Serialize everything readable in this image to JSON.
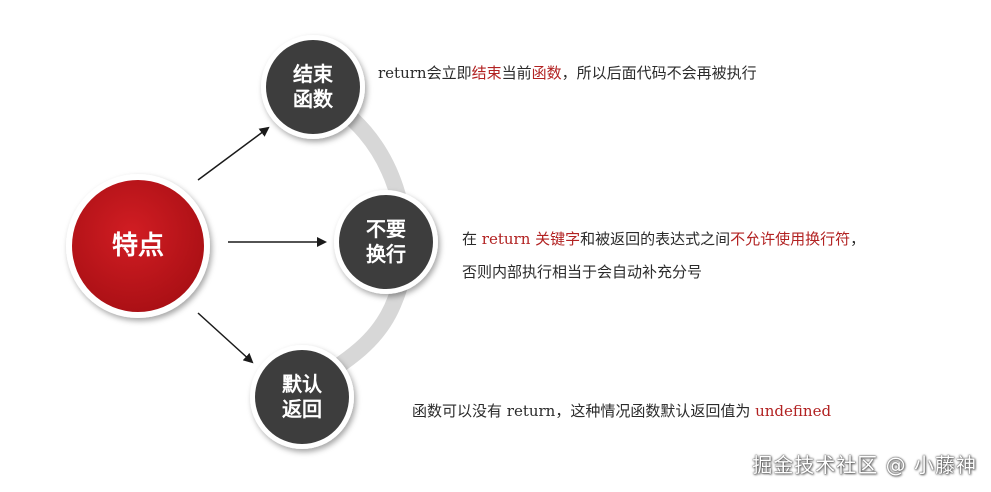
{
  "center": {
    "label": "特点"
  },
  "nodes": [
    {
      "label": "结束\n函数",
      "description": [
        {
          "text": "return会立即",
          "hl": false
        },
        {
          "text": "结束",
          "hl": true
        },
        {
          "text": "当前",
          "hl": false
        },
        {
          "text": "函数",
          "hl": true
        },
        {
          "text": "，所以后面代码不会再被执行",
          "hl": false
        }
      ]
    },
    {
      "label": "不要\n换行",
      "description": [
        {
          "text": "在 ",
          "hl": false
        },
        {
          "text": "return 关键字",
          "hl": true
        },
        {
          "text": "和被返回的表达式之间",
          "hl": false
        },
        {
          "text": "不允许使用换行符",
          "hl": true
        },
        {
          "text": "，",
          "hl": false
        }
      ],
      "description2": "否则内部执行相当于会自动补充分号"
    },
    {
      "label": "默认\n返回",
      "description": [
        {
          "text": "函数可以没有 return，这种情况函数默认返回值为 ",
          "hl": false
        },
        {
          "text": "undefined",
          "hl": true
        }
      ]
    }
  ],
  "watermark": "掘金技术社区 @ 小藤神",
  "colors": {
    "center_fill": "#c0171c",
    "node_fill": "#3d3d3d",
    "ring": "#d7d7d7",
    "highlight": "#b22222"
  }
}
